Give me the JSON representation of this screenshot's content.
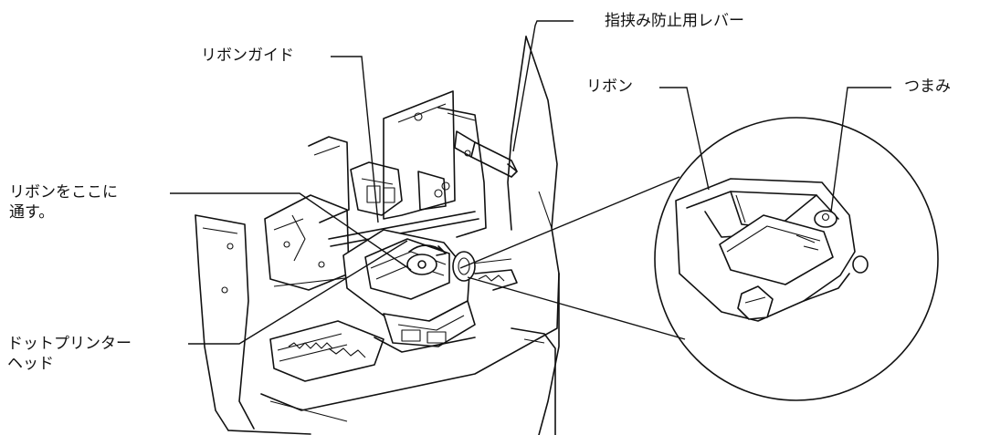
{
  "labels": {
    "finger_guard_lever": "指挟み防止用レバー",
    "ribbon_guide": "リボンガイド",
    "ribbon": "リボン",
    "knob": "つまみ",
    "pass_ribbon_line1": "リボンをここに",
    "pass_ribbon_line2": "通す。",
    "print_head_line1": "ドットプリンター",
    "print_head_line2": "ヘッド"
  }
}
